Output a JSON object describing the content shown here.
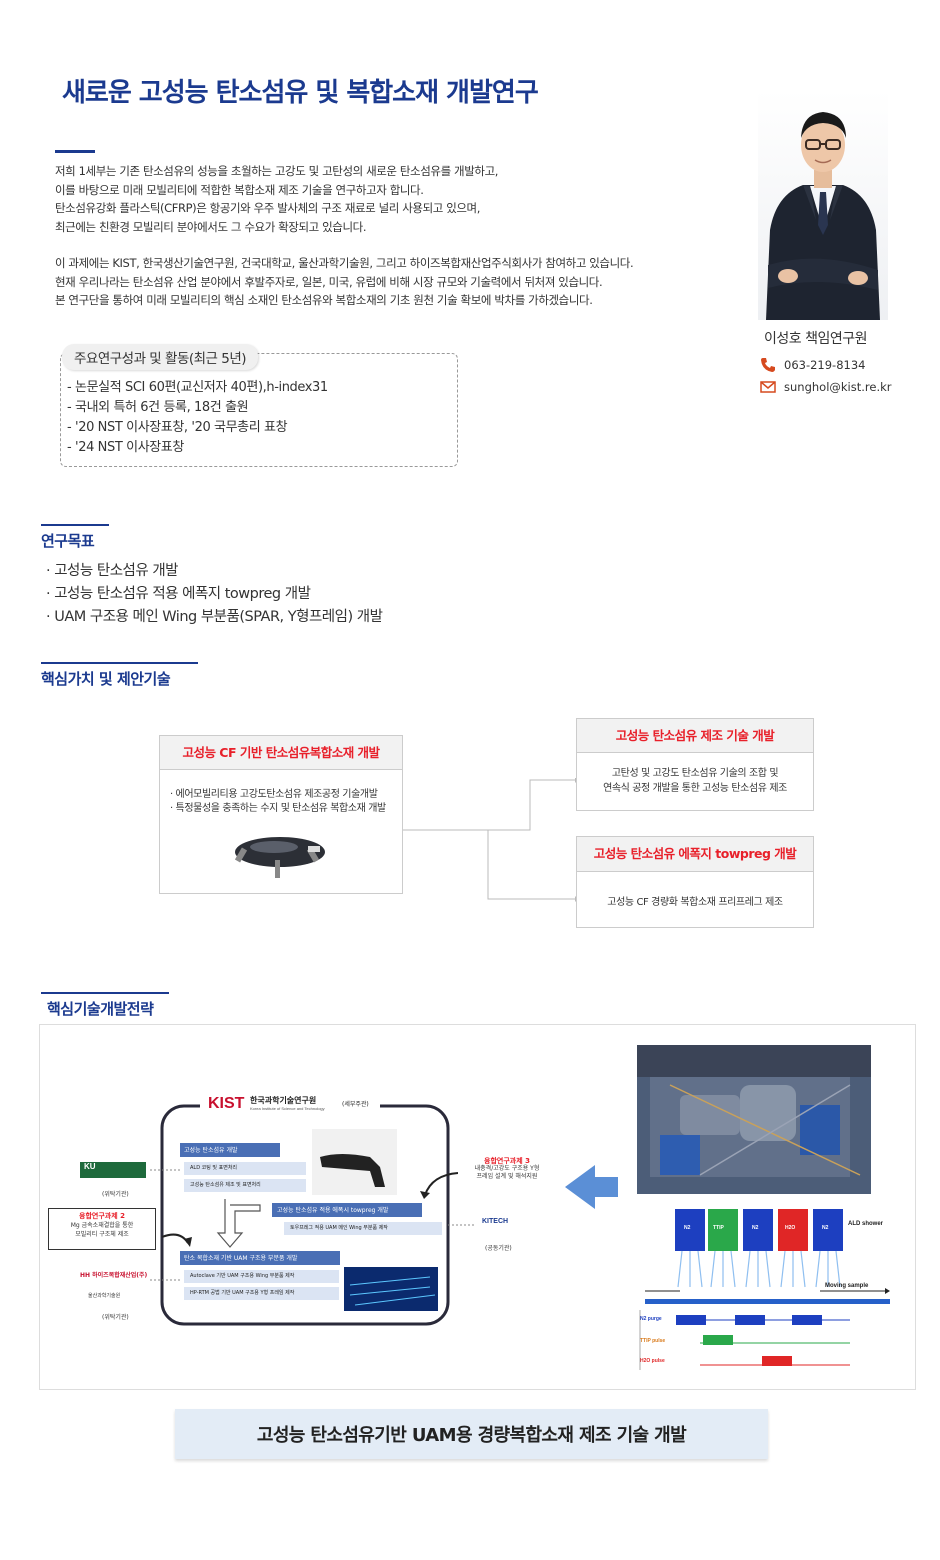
{
  "header": {
    "title": "새로운 고성능 탄소섬유 및 복합소재 개발연구"
  },
  "intro": {
    "lines": [
      "저희 1세부는 기존 탄소섬유의 성능을 초월하는 고강도 및 고탄성의 새로운 탄소섬유를 개발하고,",
      "이를 바탕으로 미래 모빌리티에 적합한 복합소재 제조 기술을 연구하고자 합니다.",
      "탄소섬유강화 플라스틱(CFRP)은 항공기와 우주 발사체의 구조 재료로 널리 사용되고 있으며,",
      "최근에는 친환경 모빌리티 분야에서도 그 수요가 확장되고 있습니다."
    ],
    "lines2": [
      "이 과제에는 KIST, 한국생산기술연구원, 건국대학교, 울산과학기술원, 그리고 하이즈복합재산업주식회사가 참여하고 있습니다.",
      "현재 우리나라는 탄소섬유 산업 분야에서 후발주자로, 일본, 미국, 유럽에 비해 시장 규모와 기술력에서 뒤처져 있습니다.",
      "본 연구단을 통하여 미래 모빌리티의 핵심 소재인 탄소섬유와 복합소재의 기초 원천 기술 확보에 박차를 가하겠습니다."
    ]
  },
  "researcher": {
    "name": "이성호 책임연구원",
    "phone": "063-219-8134",
    "email": "sunghol@kist.re.kr"
  },
  "achievements": {
    "title": "주요연구성과 및 활동(최근 5년)",
    "items": [
      "논문실적 SCI 60편(교신저자 40편),h-index31",
      "국내외 특허 6건 등록, 18건 출원",
      "'20 NST 이사장표창, '20 국무총리 표창",
      "'24 NST 이사장표창"
    ]
  },
  "goals": {
    "heading": "연구목표",
    "items": [
      "고성능 탄소섬유 개발",
      "고성능 탄소섬유 적용 에폭지 towpreg 개발",
      "UAM 구조용 메인 Wing 부분품(SPAR, Y형프레임) 개발"
    ]
  },
  "core": {
    "heading": "핵심가치 및 제안기술",
    "main_card": {
      "title": "고성능 CF 기반 탄소섬유복합소재 개발",
      "items": [
        "· 에어모빌리티용 고강도탄소섬유 제조공정 기술개발",
        "· 특정물성을 충족하는 수지 및 탄소섬유 복합소재 개발"
      ]
    },
    "card_a": {
      "title": "고성능 탄소섬유 제조 기술 개발",
      "lines": [
        "고탄성 및 고강도 탄소섬유 기술의 조합 및",
        "연속식 공정 개발을 통한 고성능 탄소섬유 제조"
      ]
    },
    "card_b": {
      "title": "고성능 탄소섬유  에폭지 towpreg 개발",
      "text": "고성능 CF 경량화 복합소재 프리프레그 제조"
    }
  },
  "strategy": {
    "heading": "핵심기술개발전략",
    "org_name": "한국과학기술연구원",
    "org_sub": "Korea Institute of Science and Technology",
    "org_role": "(세부주관)",
    "logo": "KIST",
    "blocks": [
      {
        "title": "고성능 탄소섬유 개발",
        "items": [
          "ALD 코팅 및 표면처리",
          "고성능 탄소섬유 제조 및 표면처리"
        ]
      },
      {
        "title": "고성능 탄소섬유 적용 에폭시 towpreg 개발",
        "items": [
          "토우프레그 적용 UAM 메인 Wing 부분품 제작"
        ]
      },
      {
        "title": "탄소 복합소재 기반 UAM 구조용 부분품 개발",
        "items": [
          "Autoclave 기반 UAM 구조용 Wing 부분품 제작",
          "HP-RTM 공법 기반 UAM 구조용 Y형 프레임 제작"
        ]
      }
    ],
    "left_labels": [
      "(위탁기관)",
      "(위탁기관)"
    ],
    "task2": {
      "title": "융합연구과제 2",
      "lines": [
        "Mg 금속소재결합을 통한",
        "모빌리티 구조체 제조"
      ]
    },
    "task3": {
      "title": "융합연구과제 3",
      "lines": [
        "내충격/고강도 구조용 Y형",
        "프레임 설계 및 해석지원"
      ]
    },
    "partners": [
      "KU",
      "HH 하이즈복합재산업(주)",
      "울산과학기술원"
    ],
    "kitech": "KITECH",
    "kitech_role": "(공동기관)",
    "ald": {
      "chambers": [
        "N2",
        "TTIP",
        "N2",
        "H2O",
        "N2"
      ],
      "label": "ALD shower",
      "moving": "Moving sample",
      "pulses": [
        "N2 purge",
        "TTIP pulse",
        "H2O pulse"
      ]
    }
  },
  "banner": {
    "text": "고성능 탄소섬유기반 UAM용 경량복합소재 제조 기술 개발"
  },
  "colors": {
    "primary": "#1b3a8f",
    "accent_red": "#e8202a",
    "banner_bg": "#e3ecf6"
  }
}
